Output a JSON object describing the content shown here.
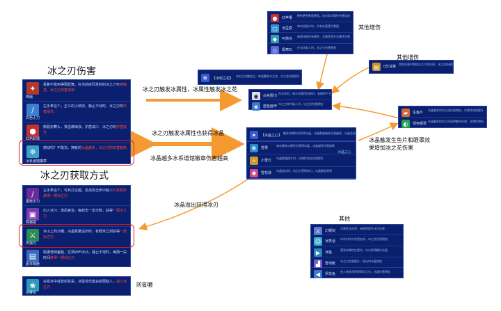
{
  "titles": {
    "bingzhiren_damage": "冰之刃伤害",
    "bingzhiren_source": "冰之刃获取方式"
  },
  "annotations": {
    "other_boost_1": "其他增伤",
    "other_boost_2": "其他增伤",
    "trigger_ice": "冰之刃触发冰属性，冰属性触发冰之花",
    "trigger_crystal": "冰之刃触发冰属性也获得冰晶",
    "more_water_badges": "冰晶越多水系道馆徽章伤害越高",
    "crystal_effect_line1": "冰晶触发生鱼片和眼罩效",
    "crystal_effect_line2": "果增加冰之花伤害",
    "overflow": "冰晶溢出获得冰刃",
    "others": "其他",
    "defense": "防御套"
  },
  "left_damage_panel": [
    {
      "caption": "阵雨",
      "color": "#b23a2a",
      "glyph": "✦",
      "text": "看着不能用得那起舞。在当前房间发射的冰之刀可",
      "hl": "被触发。冰之刃伤害增加"
    },
    {
      "caption": "白色小刀",
      "color": "#3a7fd0",
      "glyph": "/",
      "text": "右手拿这个，正义的小侠侠。静止不动时，冰之刃的",
      "hl": "伤害提升。"
    },
    {
      "caption": "红色粘球",
      "color": "#c23030",
      "glyph": "●",
      "text": "撕裂剑舞头，铁血玻璃液。护盾减少，冰之刃的",
      "hl": "伤害提升"
    },
    {
      "caption": "冰系道馆徽章",
      "color": "#3aa0c8",
      "glyph": "❄",
      "text": "感动吗？不敢冻。拥有的",
      "hl": "冰晶越多，冰之刃的伤害越高"
    }
  ],
  "left_source_panel": [
    {
      "caption": "黑色小刀",
      "color": "#6a2a9a",
      "glyph": "/",
      "text": "左手拿这个，可兵打达越。近战攻击命中敌人",
      "hl": "时有概率获得一把冰之刃"
    },
    {
      "caption": "寒霜镜",
      "color": "#7a3ab0",
      "glyph": "▣",
      "text": "出入冰川，谱后宫音。每射击一定次数，获得",
      "hl": "一把冰之刃"
    },
    {
      "caption": "天狼刃",
      "color": "#2a8a5a",
      "glyph": "⚔",
      "text": "冰山上的沙雕。冰晶数量溢出时，有概率立刻获得",
      "hl": "一把冰之刃"
    },
    {
      "caption": "夏日相册",
      "color": "#3a6ac0",
      "glyph": "▤",
      "text": "桃娜老树备胎，空调WiFi冰沙。静止不动时，每隔一段时间",
      "hl": "获得一把冰之刃"
    }
  ],
  "defense_item": {
    "caption": "冰雾花",
    "color": "#2a9ab8",
    "glyph": "❀",
    "text": "在受冰中绽放的花朵。冰属性伤害会削弱敌人，",
    "hl": "减少冰之刃"
  },
  "top_boost_panel": [
    {
      "name": "红苹果",
      "color": "#c23030",
      "glyph": "●",
      "text": "拥有更多数量增益。攻击和冰属性伤害加成"
    },
    {
      "name": "冰豆腐",
      "color": "#3a8fd0",
      "glyph": "▢",
      "text": "每次拾起冰块，所有伤害提升数值"
    },
    {
      "name": "可燃冰",
      "color": "#2aa0b0",
      "glyph": "◆",
      "text": "施放技能时有概率，全属性提升冰属性伤害"
    },
    {
      "name": "极寒石",
      "color": "#5a6ad0",
      "glyph": "◇",
      "text": "在冰冻敌人时，冰之刃伤害更高"
    }
  ],
  "right_boost_item": {
    "name": "0分试卷",
    "color": "#c8902a",
    "glyph": "▤",
    "text": "受到伤害时增加冰之刃的伤害，冰之花伤害提升"
  },
  "ice_flower_header": {
    "name": "【冰封之花】",
    "color": "#3a5ad0",
    "glyph": "❄",
    "text": "冰封之花触发后，每层触发冰之花，冰之花伤害提升"
  },
  "ice_flower_items": [
    {
      "name": "白色围巾",
      "color": "#e0e0f0",
      "glyph": "◉",
      "text": "在冰冻时，每次冰属性伤害时，有概率产生冰之花"
    },
    {
      "name": "蓝色面甲",
      "color": "#3a7ad0",
      "glyph": "◈",
      "text": "冰之刃命中敌人时，冰之花伤害增加"
    }
  ],
  "crystal_header": {
    "name": "【冰晶之心】",
    "color": "#3a5ad0",
    "glyph": "✦",
    "text": "触发冰属性时获得冰晶，冰晶数量越多伤害越高，冰晶会溢出"
  },
  "crystal_items": [
    {
      "name": "雪果",
      "color": "#2a8ad0",
      "glyph": "❆",
      "text": "每次触发冰属性时获得冰晶，冰晶越多伤害越高"
    },
    {
      "name": "小雪灯",
      "color": "#c89a2a",
      "glyph": "✧",
      "text": "冰晶数量提升时，冰属性攻击伤害提升"
    },
    {
      "name": "雪花球",
      "color": "#d04a8a",
      "glyph": "✺",
      "text": "冰晶溢出时，冰之刃获得冰刃，冰晶触发效果"
    }
  ],
  "crystal_sub_label": "冰晶之心",
  "crystal_effect_items": [
    {
      "name": "生鱼片",
      "color": "#d06a3a",
      "glyph": "▰",
      "text": "冰晶触发时冰之花伤害增加，冰属性效果提升"
    },
    {
      "name": "绿色眼罩",
      "color": "#2aa05a",
      "glyph": "◐",
      "text": "冰晶触发时冰之花获得额外伤害，冰属性增伤"
    }
  ],
  "other_items": [
    {
      "name": "幻银剑",
      "color": "#5a7ad0",
      "glyph": "⚔",
      "text": "冰属性攻击时，有概率提升冰刃伤害"
    },
    {
      "name": "冰笑话",
      "color": "#3ab0d0",
      "glyph": "☺",
      "text": "冰冻时冰刃伤害加成，冰之花伤害增加"
    },
    {
      "name": "冰鱼",
      "color": "#2a8ab0",
      "glyph": "▶",
      "text": "受到冰属性伤害时，冰刃获得额外伤害"
    },
    {
      "name": "雪地靴",
      "color": "#7a5ad0",
      "glyph": "▟",
      "text": "冰之刃伤害提升，移动时冰晶增加"
    },
    {
      "name": "罗非鱼",
      "color": "#3a7ad0",
      "glyph": "◀",
      "text": "进入新房间时获得冰之刃，冰晶伤害增加"
    }
  ]
}
